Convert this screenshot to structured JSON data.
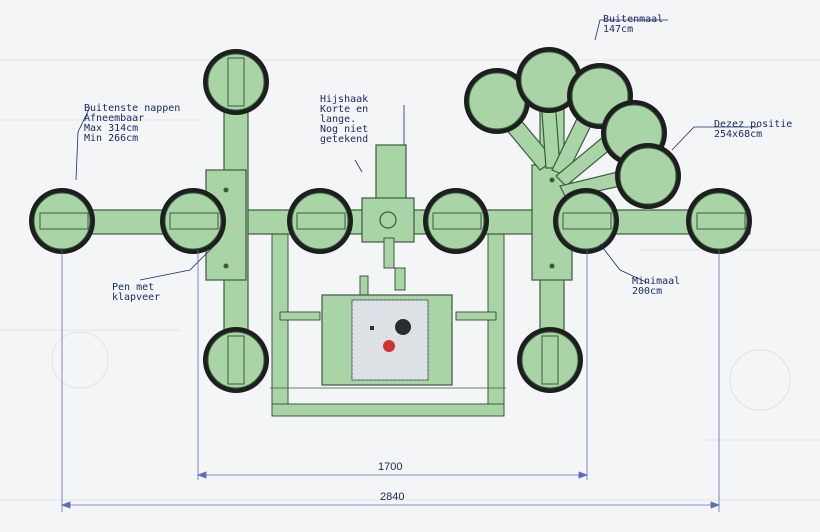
{
  "annotations": {
    "buitenste_nappen": [
      "Buitenste nappen",
      "Afneembaar",
      "Max 314cm",
      "Min 266cm"
    ],
    "hijshaak": [
      "Hijshaak",
      "Korte en",
      "lange.",
      "Nog niet",
      "getekend"
    ],
    "buitenmaal": [
      "Buitenmaal",
      "147cm"
    ],
    "dezez_positie": [
      "Dezez positie",
      "254x68cm"
    ],
    "pen_met_klapveer": [
      "Pen met",
      "klapveer"
    ],
    "minimaal": [
      "Minimaal",
      "200cm"
    ]
  },
  "dimensions": {
    "inner": "1700",
    "outer": "2840"
  },
  "colors": {
    "frame": "#a9d4a5",
    "frame_stroke": "#3c5a3f",
    "cup_rim": "#1d1f1f",
    "annotation": "#1b2a6a",
    "red_button": "#d2322d"
  }
}
